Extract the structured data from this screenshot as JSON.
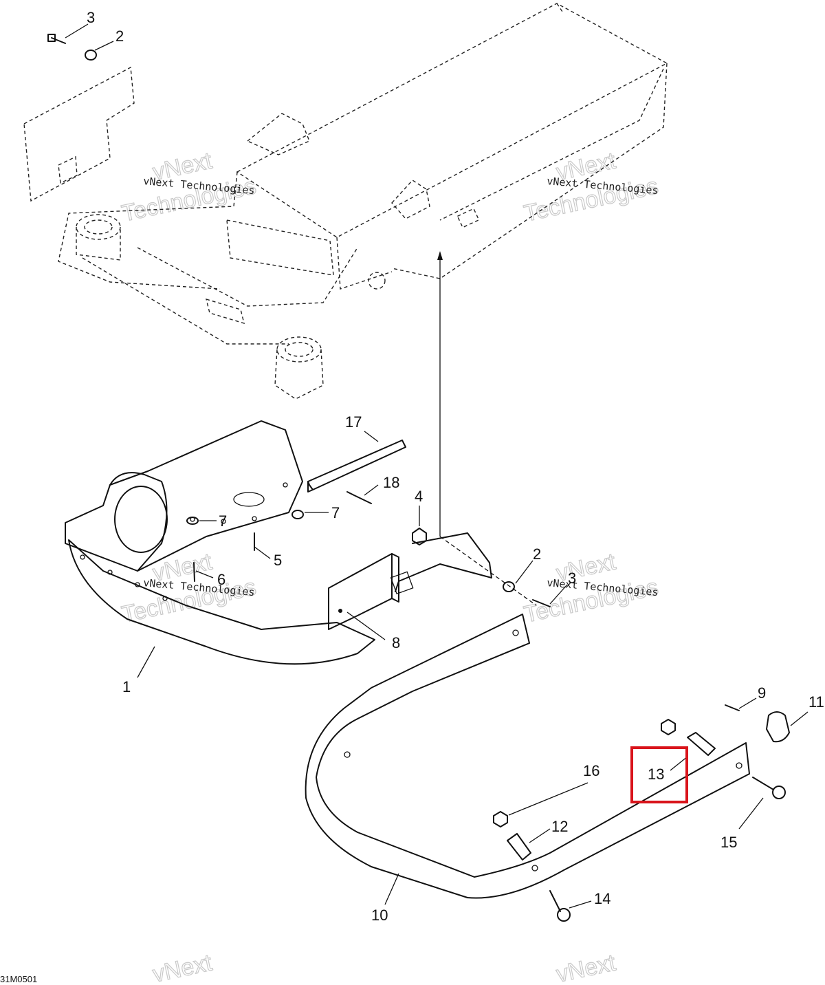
{
  "diagram": {
    "drawing_code": "31M0501",
    "watermark_text": "vNext Technologies",
    "watermark_outline_top": "vNext",
    "watermark_outline_bottom": "Technologies",
    "highlight_color": "#d9141b",
    "highlighted_part": "13",
    "labels": {
      "l1": "1",
      "l2a": "2",
      "l2b": "2",
      "l3a": "3",
      "l3b": "3",
      "l4": "4",
      "l5": "5",
      "l6": "6",
      "l7a": "7",
      "l7b": "7",
      "l8": "8",
      "l9": "9",
      "l10": "10",
      "l11": "11",
      "l12": "12",
      "l13": "13",
      "l14": "14",
      "l15": "15",
      "l16": "16",
      "l17": "17",
      "l18": "18"
    }
  }
}
